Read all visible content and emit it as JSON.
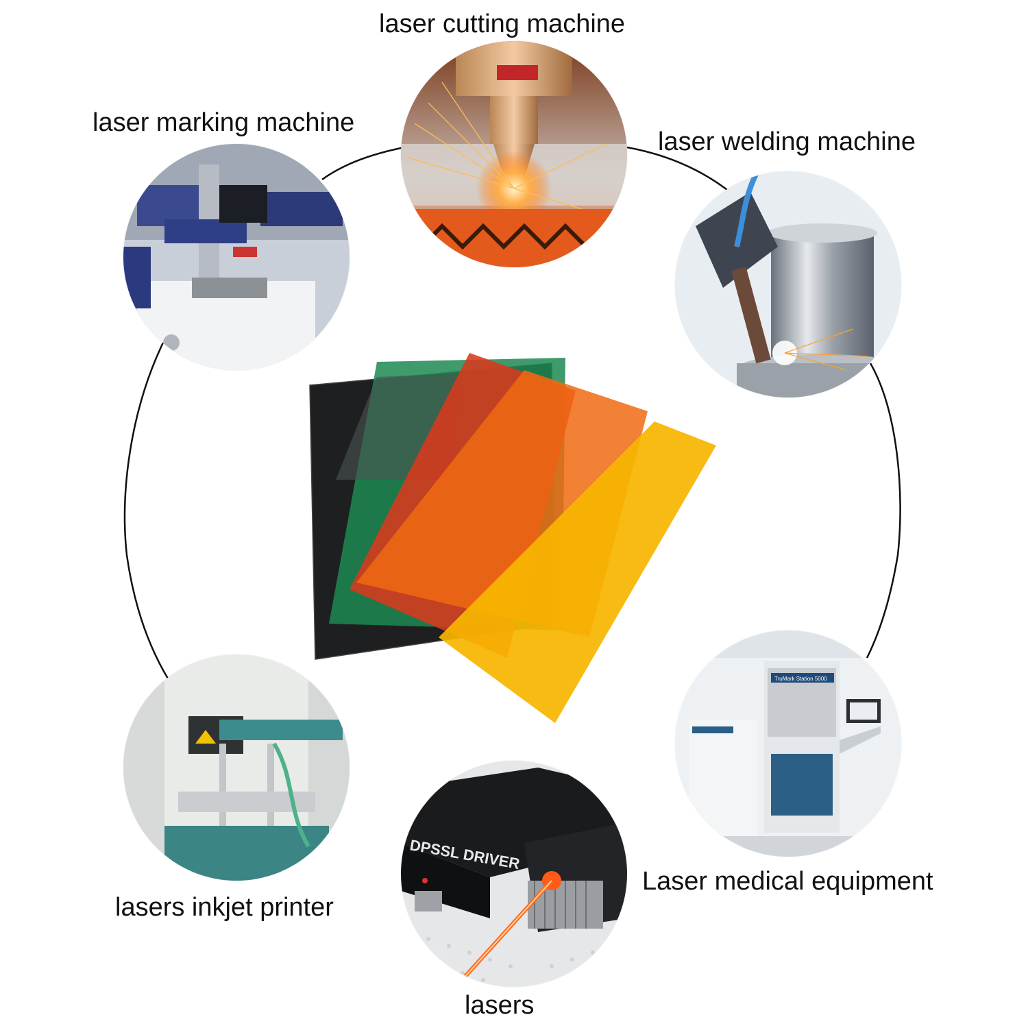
{
  "applications": [
    {
      "id": "cutting",
      "label": "laser cutting machine"
    },
    {
      "id": "marking",
      "label": "laser marking machine"
    },
    {
      "id": "welding",
      "label": "laser welding machine"
    },
    {
      "id": "inkjet",
      "label": "lasers inkjet printer"
    },
    {
      "id": "medical",
      "label": "Laser medical equipment"
    },
    {
      "id": "lasers",
      "label": "lasers"
    }
  ],
  "embedded_text": {
    "driver_label": "DPSSL DRIVER",
    "station_label": "TruMark Station 5000"
  },
  "colors": {
    "ring_line": "#111111",
    "sheet_black": "#1e1f20",
    "sheet_green": "#1f8a52",
    "sheet_red": "#d8391c",
    "sheet_orange": "#f06a12",
    "sheet_yellow": "#f7b500"
  }
}
